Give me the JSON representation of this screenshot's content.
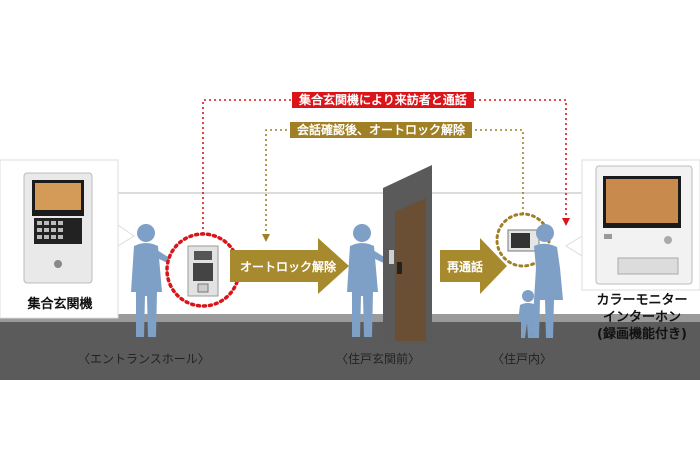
{
  "flows": {
    "red_banner": "集合玄関機により来訪者と通話",
    "gold_banner": "会話確認後、オートロック解除",
    "arrow_autolock": "オートロック解除",
    "arrow_call": "再通話"
  },
  "devices": {
    "left_label": "集合玄関機",
    "right_label_1": "カラーモニター",
    "right_label_2": "インターホン",
    "right_label_3": "(録画機能付き)"
  },
  "locations": {
    "entrance": "〈エントランスホール〉",
    "door_front": "〈住戸玄関前〉",
    "inside": "〈住戸内〉"
  },
  "colors": {
    "red": "#d9151a",
    "gold": "#a07f25",
    "arrow_gold": "#a88a2e",
    "person_blue": "#7fa0c6",
    "floor": "#5b5b5b",
    "door": "#6b4f34"
  }
}
